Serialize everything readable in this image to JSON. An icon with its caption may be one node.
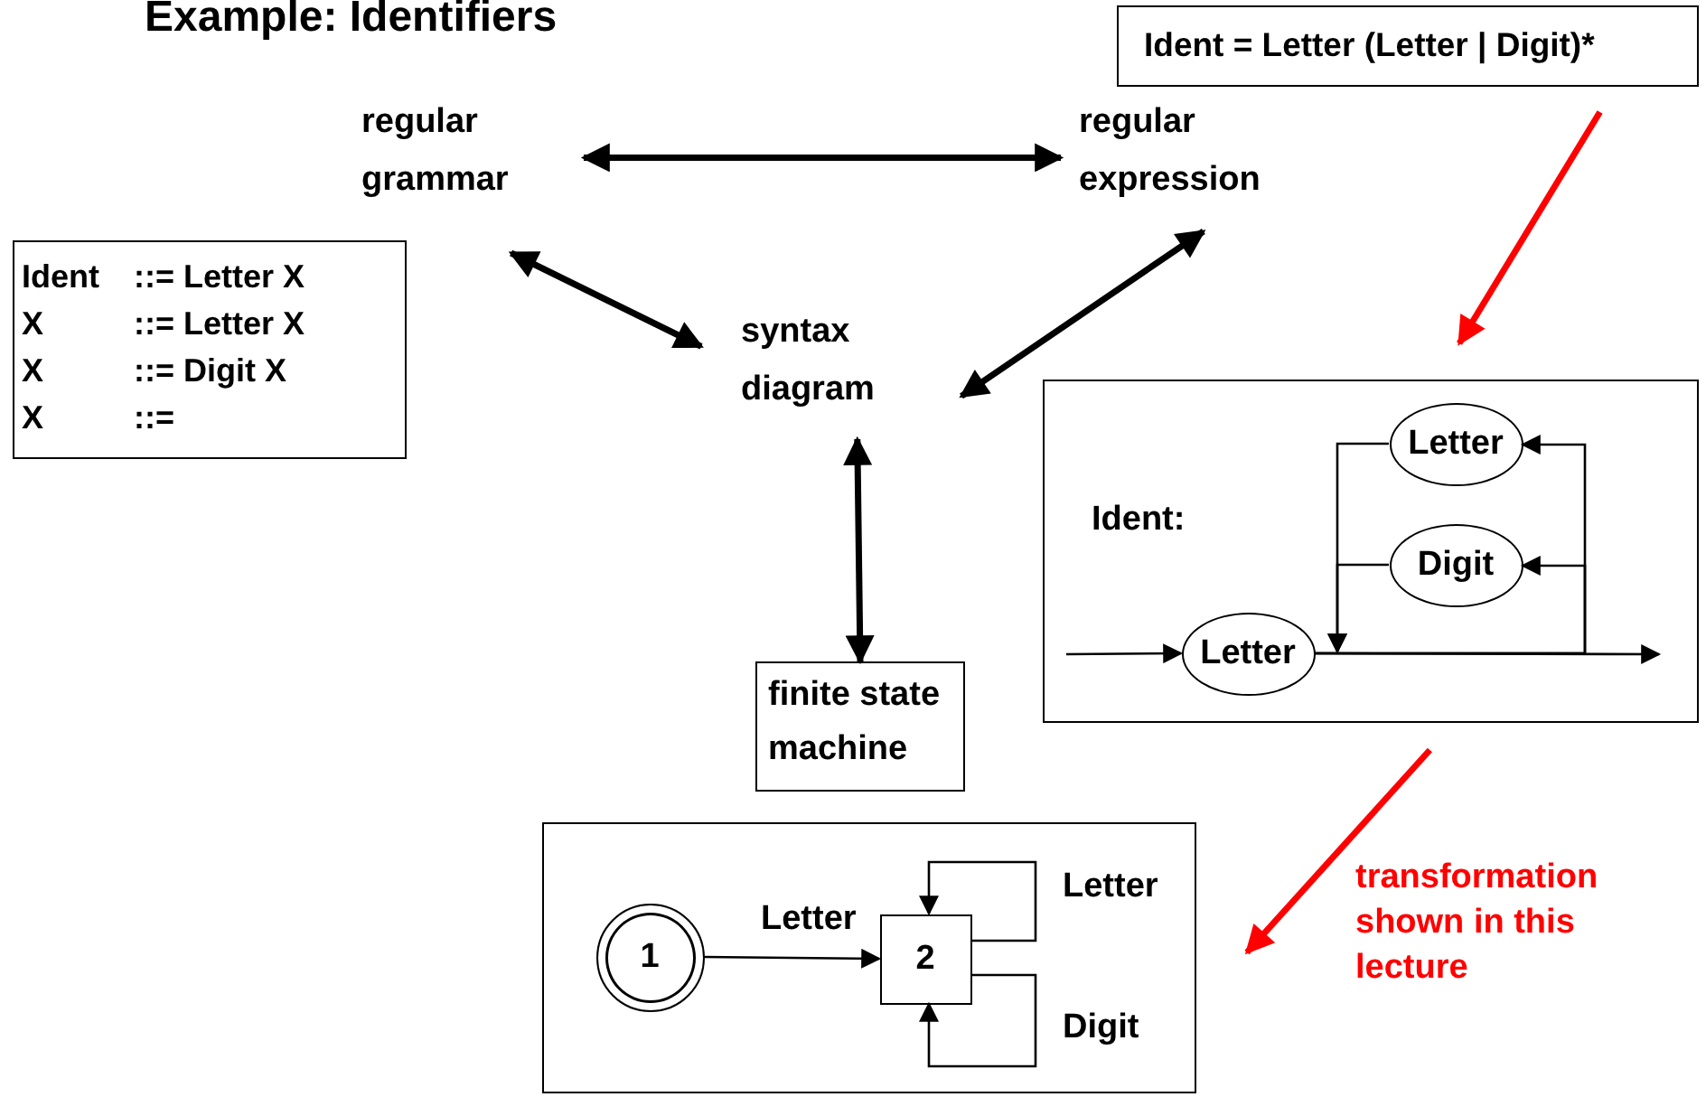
{
  "diagram": {
    "title": "Example: Identifiers",
    "nodes": [
      {
        "text": [
          "regular grammar"
        ]
      },
      {
        "text": [
          "regular expression"
        ]
      },
      {
        "text": [
          "syntax diagram"
        ]
      },
      {
        "text": [
          "finite state machine"
        ]
      },
      {
        "text": [
          "Ident",
          "::= Letter X",
          "X",
          "::= Letter X",
          "X",
          "::= Digit X",
          "X",
          "::="
        ]
      },
      {
        "text": [
          "Ident = Letter (Letter | Digit)*"
        ]
      },
      {
        "text": [
          "Ident:"
        ]
      },
      {
        "text": [
          "Letter"
        ],
        "in": 6
      },
      {
        "text": [
          "Digit"
        ],
        "in": 6
      },
      {
        "text": [
          "Letter"
        ],
        "in": 6
      },
      {
        "text": [],
        "shape": "box"
      },
      {
        "text": [
          "1"
        ],
        "in": 10
      },
      {
        "text": [
          "2"
        ],
        "in": 10
      }
    ],
    "edges": [
      {
        "from": 0,
        "to": 1,
        "arrow": "both",
        "style": "thick"
      },
      {
        "from": 0,
        "to": 2,
        "arrow": "both",
        "style": "thick"
      },
      {
        "from": 1,
        "to": 2,
        "arrow": "both",
        "style": "thick"
      },
      {
        "from": 2,
        "to": 3,
        "arrow": "both",
        "style": "thick"
      },
      {
        "from": 5,
        "to": 6,
        "arrow": "to",
        "style": "thick",
        "color": "#ff0000"
      },
      {
        "from": 6,
        "to": 10,
        "arrow": "to",
        "style": "thick",
        "color": "#ff0000"
      },
      {
        "from": null,
        "to": 9,
        "arrow": "to"
      },
      {
        "from": 9,
        "to": null,
        "arrow": "to"
      },
      {
        "from": 9,
        "to": 7,
        "arrow": "to"
      },
      {
        "from": 9,
        "to": 8,
        "arrow": "to"
      },
      {
        "from": 7,
        "to": 9,
        "arrow": "to"
      },
      {
        "from": 8,
        "to": 9,
        "arrow": "to"
      },
      {
        "from": 11,
        "to": 12,
        "arrow": "to",
        "label": "Letter"
      },
      {
        "from": 12,
        "to": 12,
        "arrow": "to",
        "label": "Letter"
      },
      {
        "from": 12,
        "to": 12,
        "arrow": "to",
        "label": "Digit"
      }
    ],
    "labels": [
      "transformation shown in this lecture"
    ]
  }
}
